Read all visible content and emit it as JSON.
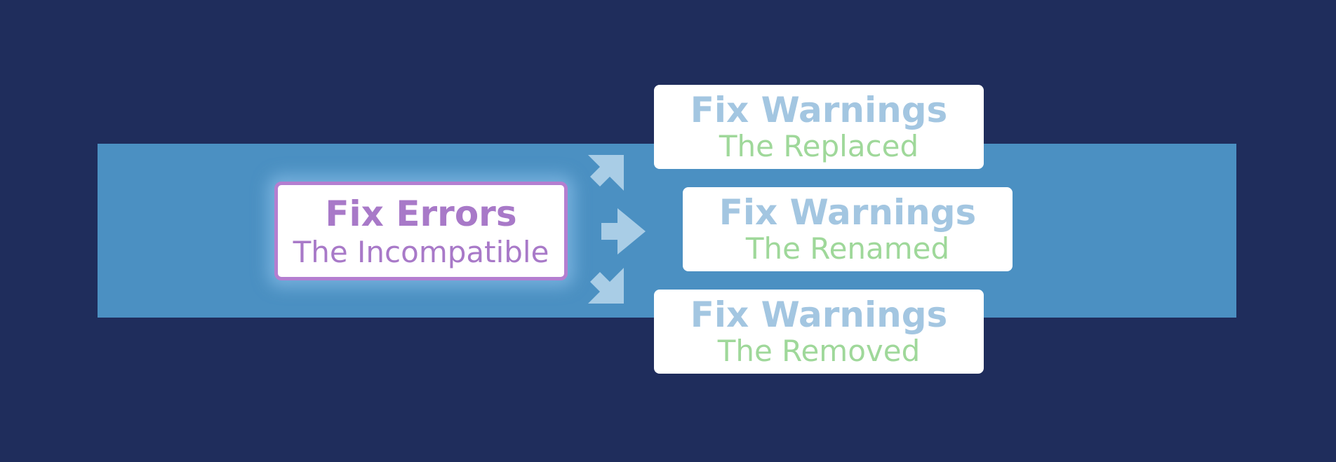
{
  "main_step": {
    "title": "Fix Errors",
    "subtitle": "The Incompatible"
  },
  "next_steps": [
    {
      "title": "Fix Warnings",
      "subtitle": "The Replaced"
    },
    {
      "title": "Fix Warnings",
      "subtitle": "The Renamed"
    },
    {
      "title": "Fix Warnings",
      "subtitle": "The Removed"
    }
  ],
  "colors": {
    "background": "#1f2d5c",
    "band": "#4b90c2",
    "errors_accent": "#b47ed0",
    "warnings_title": "#a3c6e1",
    "warnings_subtitle": "#9fd89a",
    "arrow": "#a9cde6"
  },
  "icons": [
    "arrow-up-right-icon",
    "arrow-right-icon",
    "arrow-down-right-icon"
  ]
}
